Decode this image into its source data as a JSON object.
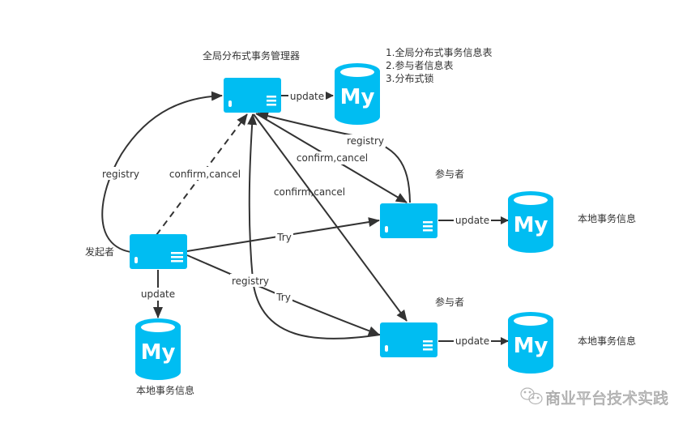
{
  "diagram": {
    "nodes": {
      "manager": {
        "label": "全局分布式事务管理器",
        "type": "server"
      },
      "initiator": {
        "label": "发起者",
        "type": "server"
      },
      "participant1": {
        "label": "参与者",
        "type": "server"
      },
      "participant2": {
        "label": "参与者",
        "type": "server"
      },
      "db_manager": {
        "text": "My",
        "type": "mysql-database"
      },
      "db_initiator": {
        "text": "My",
        "type": "mysql-database",
        "caption": "本地事务信息"
      },
      "db_participant1": {
        "text": "My",
        "type": "mysql-database",
        "caption": "本地事务信息"
      },
      "db_participant2": {
        "text": "My",
        "type": "mysql-database",
        "caption": "本地事务信息"
      }
    },
    "manager_db_notes": [
      "1.全局分布式事务信息表",
      "2.参与者信息表",
      "3.分布式锁"
    ],
    "edges": {
      "manager_update": "update",
      "initiator_registry": "registry",
      "initiator_confirm_cancel": "confirm,cancel",
      "initiator_try_p1": "Try",
      "initiator_try_p2": "Try",
      "initiator_update": "update",
      "manager_confirm_cancel_p1": "confirm,cancel",
      "manager_confirm_cancel_p2": "confirm,cancel",
      "p1_registry": "registry",
      "p2_registry": "registry",
      "p1_update": "update",
      "p2_update": "update"
    },
    "colors": {
      "node": "#00bdf2",
      "edge": "#333333"
    }
  },
  "watermark": {
    "icon": "wechat-icon",
    "text": "商业平台技术实践"
  }
}
